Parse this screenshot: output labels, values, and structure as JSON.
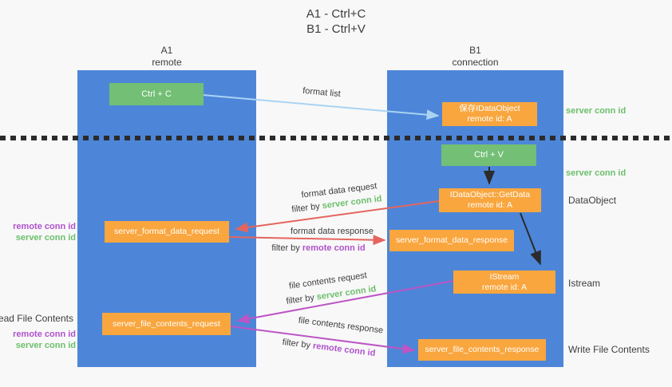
{
  "title": {
    "line1": "A1 - Ctrl+C",
    "line2": "B1 - Ctrl+V"
  },
  "lanes": {
    "left": {
      "name": "A1",
      "role": "remote"
    },
    "right": {
      "name": "B1",
      "role": "connection"
    }
  },
  "nodes": {
    "ctrl_c": {
      "label": "Ctrl + C"
    },
    "save_idataobject": {
      "line1": "保存IDataObject",
      "line2": "remote id: A"
    },
    "ctrl_v": {
      "label": "Ctrl + V"
    },
    "getdata": {
      "line1": "IDataObject::GetData",
      "line2": "remote id: A"
    },
    "istream": {
      "line1": "IStream",
      "line2": "remote id: A"
    },
    "format_request": {
      "label": "server_format_data_request"
    },
    "format_response": {
      "label": "server_format_data_response"
    },
    "file_request": {
      "label": "server_file_contents_request"
    },
    "file_response": {
      "label": "server_file_contents_response"
    }
  },
  "flow_labels": {
    "format_list": "format list",
    "format_data_request": "format data request",
    "format_data_request_filter": {
      "prefix": "filter by ",
      "value": "server conn id"
    },
    "format_data_response": "format data response",
    "format_data_response_filter": {
      "prefix": "filter by ",
      "value": "remote conn id"
    },
    "file_contents_request": "file contents request",
    "file_contents_request_filter": {
      "prefix": "filter by ",
      "value": "server conn id"
    },
    "file_contents_response": "file contents response",
    "file_contents_response_filter": {
      "prefix": "filter by ",
      "value": "remote conn id"
    }
  },
  "side_labels": {
    "right_server_conn_id_top": "server conn id",
    "right_server_conn_id_mid": "server conn id",
    "right_dataobject": "DataObject",
    "right_istream": "Istream",
    "right_write_file_contents": "Write File Contents",
    "left_remote_conn_id_top": "remote conn id",
    "left_server_conn_id_top": "server conn id",
    "left_read_file_contents": "Read File Contents",
    "left_remote_conn_id_bottom": "remote conn id",
    "left_server_conn_id_bottom": "server conn id"
  },
  "colors": {
    "lane_blue": "#4d86d8",
    "node_green": "#72bf75",
    "node_orange": "#f9a63e",
    "arrow_red": "#e4655e",
    "arrow_magenta": "#bc55c5",
    "arrow_lightblue": "#a9d3f3",
    "arrow_black": "#2b2b2b",
    "text_green": "#6cbf6c",
    "text_purple": "#b052cc",
    "text_dark": "#3d3d3d",
    "background": "#f8f8f8"
  }
}
